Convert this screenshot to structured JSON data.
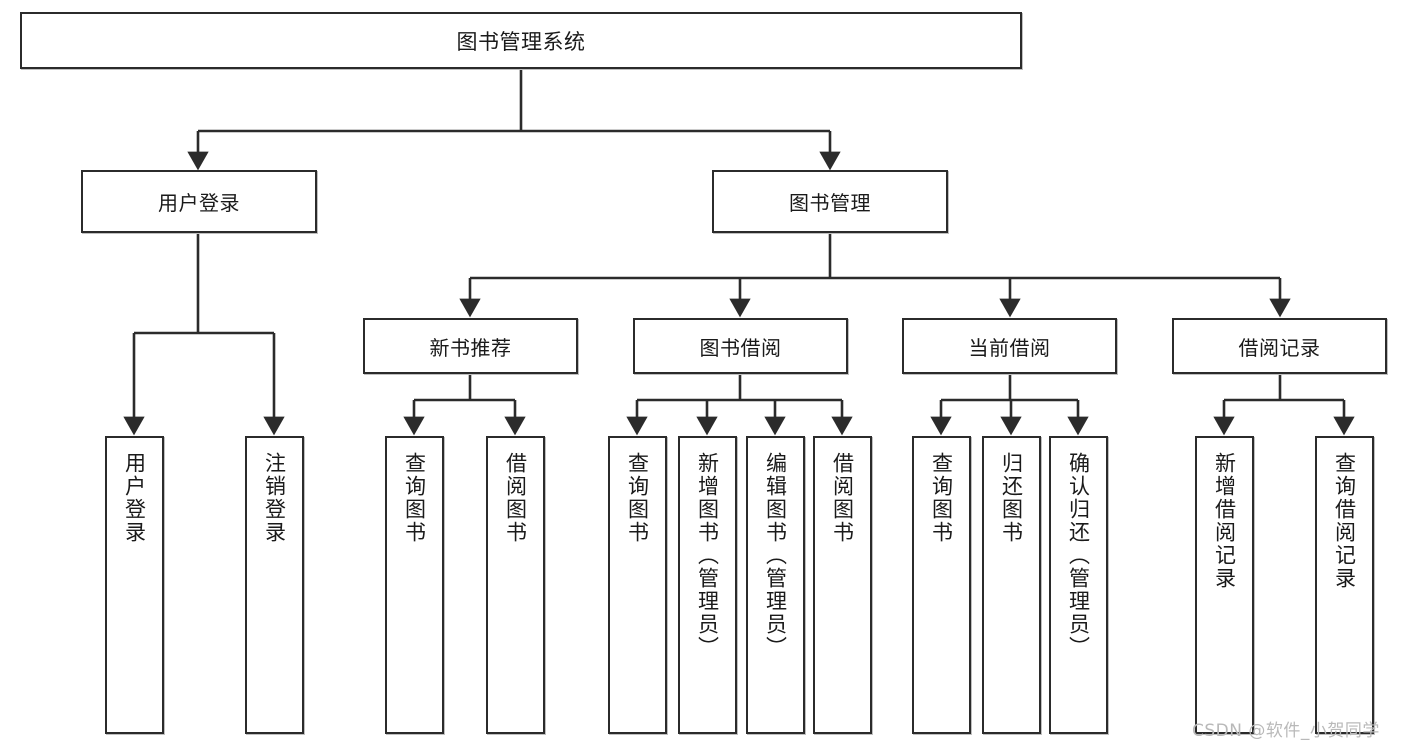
{
  "diagram": {
    "title": "图书管理系统",
    "type": "hierarchy-tree",
    "root": {
      "label": "图书管理系统"
    },
    "level2": [
      {
        "label": "用户登录"
      },
      {
        "label": "图书管理"
      }
    ],
    "level3": [
      {
        "label": "新书推荐"
      },
      {
        "label": "图书借阅"
      },
      {
        "label": "当前借阅"
      },
      {
        "label": "借阅记录"
      }
    ],
    "leaves": {
      "user_login": [
        {
          "label": "用户登录"
        },
        {
          "label": "注销登录"
        }
      ],
      "new_book": [
        {
          "label": "查询图书"
        },
        {
          "label": "借阅图书"
        }
      ],
      "book_borrow": [
        {
          "label": "查询图书"
        },
        {
          "label": "新增图书（管理员）"
        },
        {
          "label": "编辑图书（管理员）"
        },
        {
          "label": "借阅图书"
        }
      ],
      "current_borrow": [
        {
          "label": "查询图书"
        },
        {
          "label": "归还图书"
        },
        {
          "label": "确认归还（管理员）"
        }
      ],
      "borrow_record": [
        {
          "label": "新增借阅记录"
        },
        {
          "label": "查询借阅记录"
        }
      ]
    }
  },
  "watermark": {
    "text": "CSDN @软件_小贺同学"
  },
  "colors": {
    "border": "#2b2b2b",
    "background": "#ffffff",
    "text": "#1a1a1a",
    "watermark": "#b9b9b9"
  }
}
